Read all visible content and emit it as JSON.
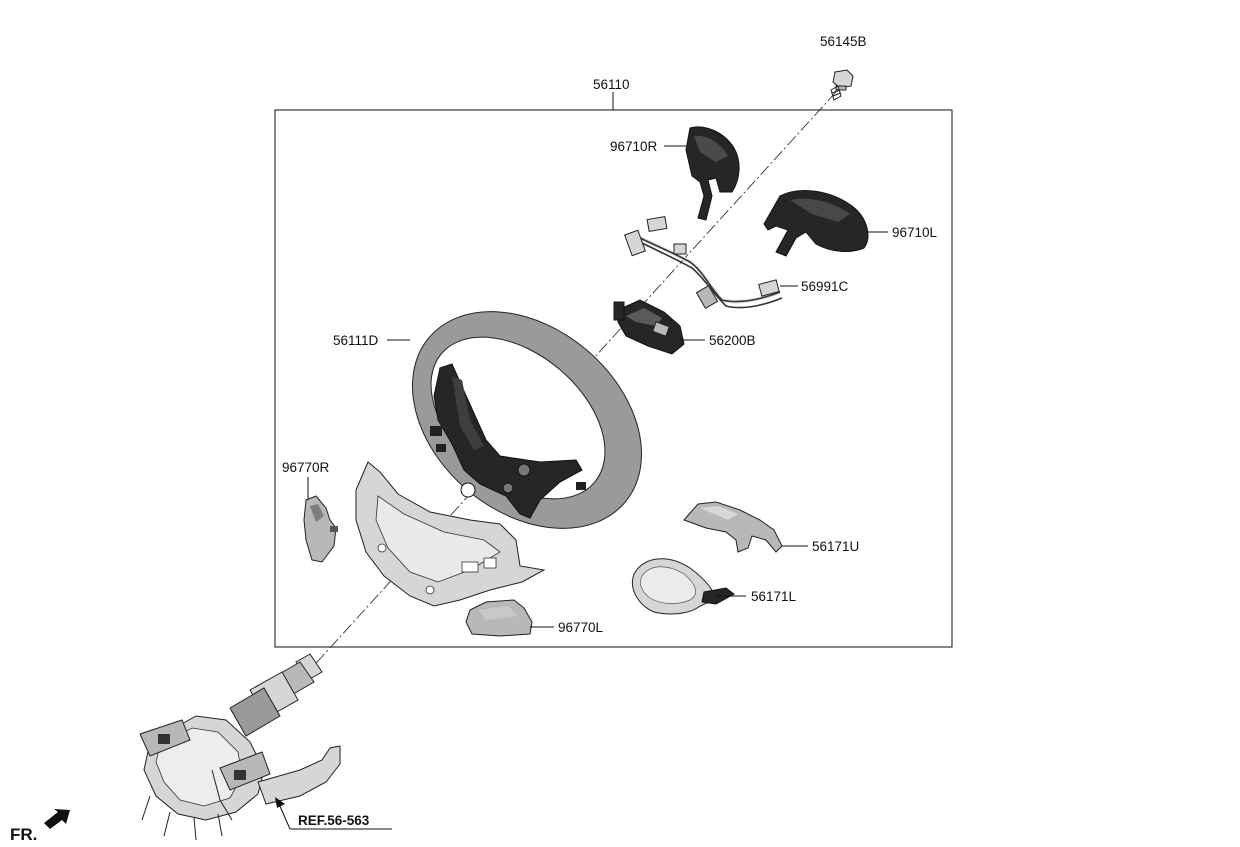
{
  "parts": [
    {
      "id": "56110",
      "label": "56110"
    },
    {
      "id": "56145B",
      "label": "56145B"
    },
    {
      "id": "96710R",
      "label": "96710R"
    },
    {
      "id": "96710L",
      "label": "96710L"
    },
    {
      "id": "56991C",
      "label": "56991C"
    },
    {
      "id": "56200B",
      "label": "56200B"
    },
    {
      "id": "56111D",
      "label": "56111D"
    },
    {
      "id": "96770R",
      "label": "96770R"
    },
    {
      "id": "56171U",
      "label": "56171U"
    },
    {
      "id": "56171L",
      "label": "56171L"
    },
    {
      "id": "96770L",
      "label": "96770L"
    }
  ],
  "reference": {
    "label": "REF.56-563"
  },
  "direction": {
    "label": "FR."
  }
}
